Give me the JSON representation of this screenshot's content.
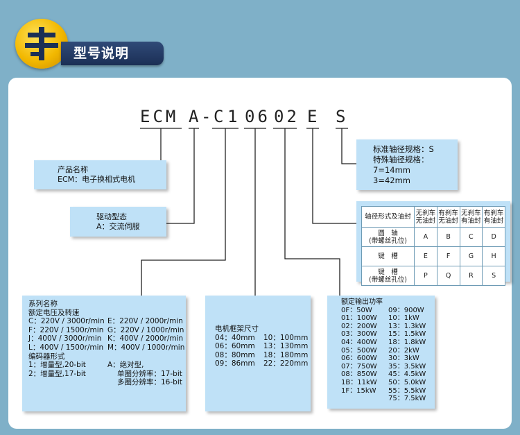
{
  "header": {
    "title": "型号说明"
  },
  "model_code": {
    "segments": [
      "ECM",
      "A",
      "-",
      "C",
      "1",
      "06",
      "02",
      "E",
      "S"
    ]
  },
  "boxes": {
    "product_name": {
      "lines": [
        "产品名称",
        "ECM：电子换相式电机"
      ]
    },
    "drive_type": {
      "lines": [
        "驱动型态",
        "A：交流伺服"
      ]
    },
    "shaft_spec": {
      "lines": [
        "标准轴径规格：S",
        "特殊轴径规格：",
        "7=14mm",
        "3=42mm"
      ]
    },
    "series": {
      "lines": [
        "系列名称",
        "额定电压及转速"
      ],
      "speeds_left": [
        "C：220V / 3000r/min",
        "F：220V / 1500r/min",
        "J：400V / 3000r/min",
        "L：400V / 1500r/min"
      ],
      "speeds_right": [
        "E：220V / 2000r/min",
        "G：220V / 1000r/min",
        "K：400V / 2000r/min",
        "M：400V / 1000r/min"
      ],
      "encoder_title": "编码器形式",
      "encoder_left": [
        "1：增量型,20-bit",
        "2：增量型,17-bit"
      ],
      "encoder_right": [
        "A：绝对型,",
        "单圈分辨率：17-bit",
        "多圈分辨率：16-bit"
      ]
    },
    "frame": {
      "title": "电机框架尺寸",
      "left": [
        "04：40mm",
        "06：60mm",
        "08：80mm",
        "09：86mm"
      ],
      "right": [
        "10：100mm",
        "13：130mm",
        "18：180mm",
        "22：220mm"
      ]
    },
    "power": {
      "title": "额定输出功率",
      "left": [
        "0F：50W",
        "01：100W",
        "02：200W",
        "03：300W",
        "04：400W",
        "05：500W",
        "06：600W",
        "07：750W",
        "08：850W",
        "1B：11kW",
        "1F：15kW"
      ],
      "right": [
        "09：900W",
        "10：1kW",
        "13：1.3kW",
        "15：1.5kW",
        "18：1.8kW",
        "20：2kW",
        "30：3kW",
        "35：3.5kW",
        "45：4.5kW",
        "50：5.0kW",
        "55：5.5kW",
        "75：7.5kW"
      ]
    }
  },
  "shaft_table": {
    "header": [
      "轴径形式及油封",
      "无刹车\n无油封",
      "有刹车\n无油封",
      "无刹车\n有油封",
      "有刹车\n有油封"
    ],
    "rows": [
      {
        "label": "圆　轴\n(带螺丝孔位)",
        "codes": [
          "A",
          "B",
          "C",
          "D"
        ]
      },
      {
        "label": "键　槽",
        "codes": [
          "E",
          "F",
          "G",
          "H"
        ]
      },
      {
        "label": "键　槽\n(带螺丝孔位)",
        "codes": [
          "P",
          "Q",
          "R",
          "S"
        ]
      }
    ]
  },
  "colors": {
    "background": "#7fb0c8",
    "box": "#bfe1f7",
    "header_bar": "#1b2f55",
    "logo": "#f2b800"
  }
}
